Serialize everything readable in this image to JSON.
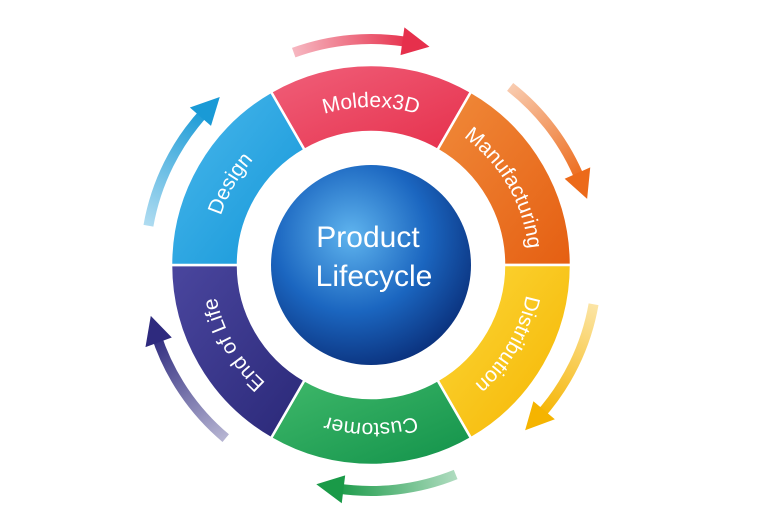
{
  "center": {
    "line1": "Product",
    "line2": "Lifecycle"
  },
  "segments": [
    {
      "label": "Moldex3D",
      "color": "#e6304c",
      "light": "#f0607a"
    },
    {
      "label": "Manufacturing",
      "color": "#e55f12",
      "light": "#f08a3a"
    },
    {
      "label": "Distribution",
      "color": "#f5b400",
      "light": "#fcd83a"
    },
    {
      "label": "Customer",
      "color": "#12924a",
      "light": "#3fb86a"
    },
    {
      "label": "End of Life",
      "color": "#2a2878",
      "light": "#4a469e"
    },
    {
      "label": "Design",
      "color": "#1496d8",
      "light": "#4ab8ec"
    }
  ],
  "arrows": [
    {
      "name": "arrow-top",
      "color": "#e6304c"
    },
    {
      "name": "arrow-upper-right",
      "color": "#ec6a1a"
    },
    {
      "name": "arrow-lower-right",
      "color": "#f5b400"
    },
    {
      "name": "arrow-bottom",
      "color": "#1a9a48"
    },
    {
      "name": "arrow-lower-left",
      "color": "#2e2a7e"
    },
    {
      "name": "arrow-upper-left",
      "color": "#1a9ad6"
    }
  ]
}
